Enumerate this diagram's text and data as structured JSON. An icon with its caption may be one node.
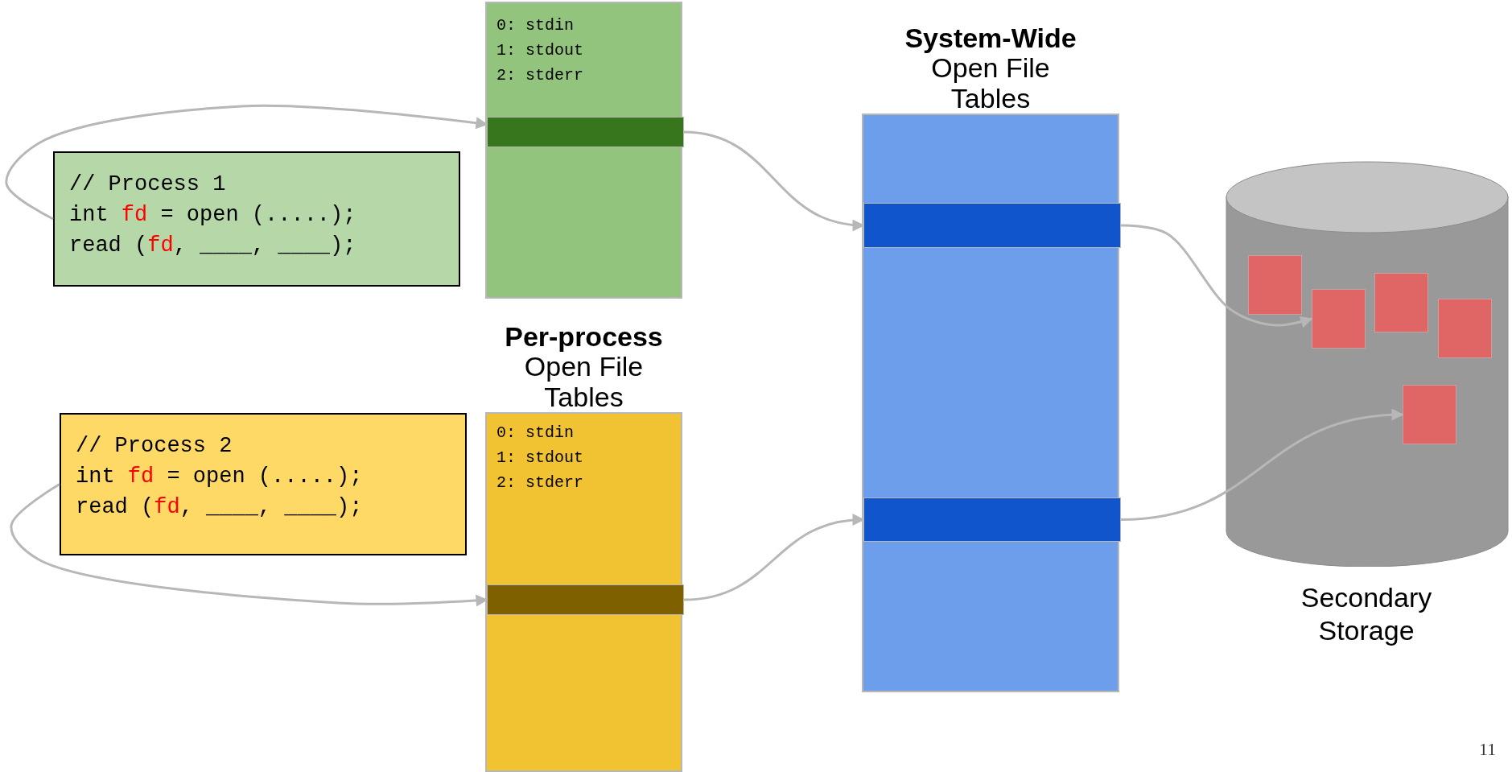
{
  "diagram": {
    "nodes": [
      {
        "text": [
          "0: stdin",
          "1: stdout",
          "2: stderr"
        ]
      },
      {
        "text": [],
        "shape": "bar",
        "in": 0
      },
      {
        "text": [
          "// Process 1",
          "int **fd** = open (.....);",
          "read (**fd**, ____, ____);"
        ]
      },
      {
        "text": [
          "**System-Wide** Open File Tables"
        ]
      },
      {
        "text": [],
        "shape": "bar",
        "in": 3
      },
      {
        "text": [],
        "shape": "bar",
        "in": 3
      },
      {
        "text": [],
        "shape": "cylinder",
        "beside": [
          "Secondary Storage"
        ]
      },
      {
        "text": [],
        "shape": "box",
        "in": 6
      },
      {
        "text": [],
        "shape": "box",
        "in": 6
      },
      {
        "text": [],
        "shape": "box",
        "in": 6
      },
      {
        "text": [],
        "shape": "box",
        "in": 6
      },
      {
        "text": [],
        "shape": "box",
        "in": 6
      },
      {
        "text": [
          "**Per-process** Open File Tables",
          "0: stdin",
          "1: stdout",
          "2: stderr"
        ]
      },
      {
        "text": [],
        "shape": "bar",
        "in": 12
      },
      {
        "text": [
          "// Process 2",
          "int **fd** = open (.....);",
          "read (**fd**, ____, ____);"
        ]
      }
    ],
    "edges": [
      {
        "from": 2,
        "to": 1,
        "arrow": "to"
      },
      {
        "from": 1,
        "to": 4,
        "arrow": "to"
      },
      {
        "from": 4,
        "to": 8,
        "arrow": "to"
      },
      {
        "from": 14,
        "to": 13,
        "arrow": "to"
      },
      {
        "from": 13,
        "to": 5,
        "arrow": "to"
      },
      {
        "from": 5,
        "to": 10,
        "arrow": "to"
      }
    ],
    "labels": [
      "11"
    ]
  }
}
